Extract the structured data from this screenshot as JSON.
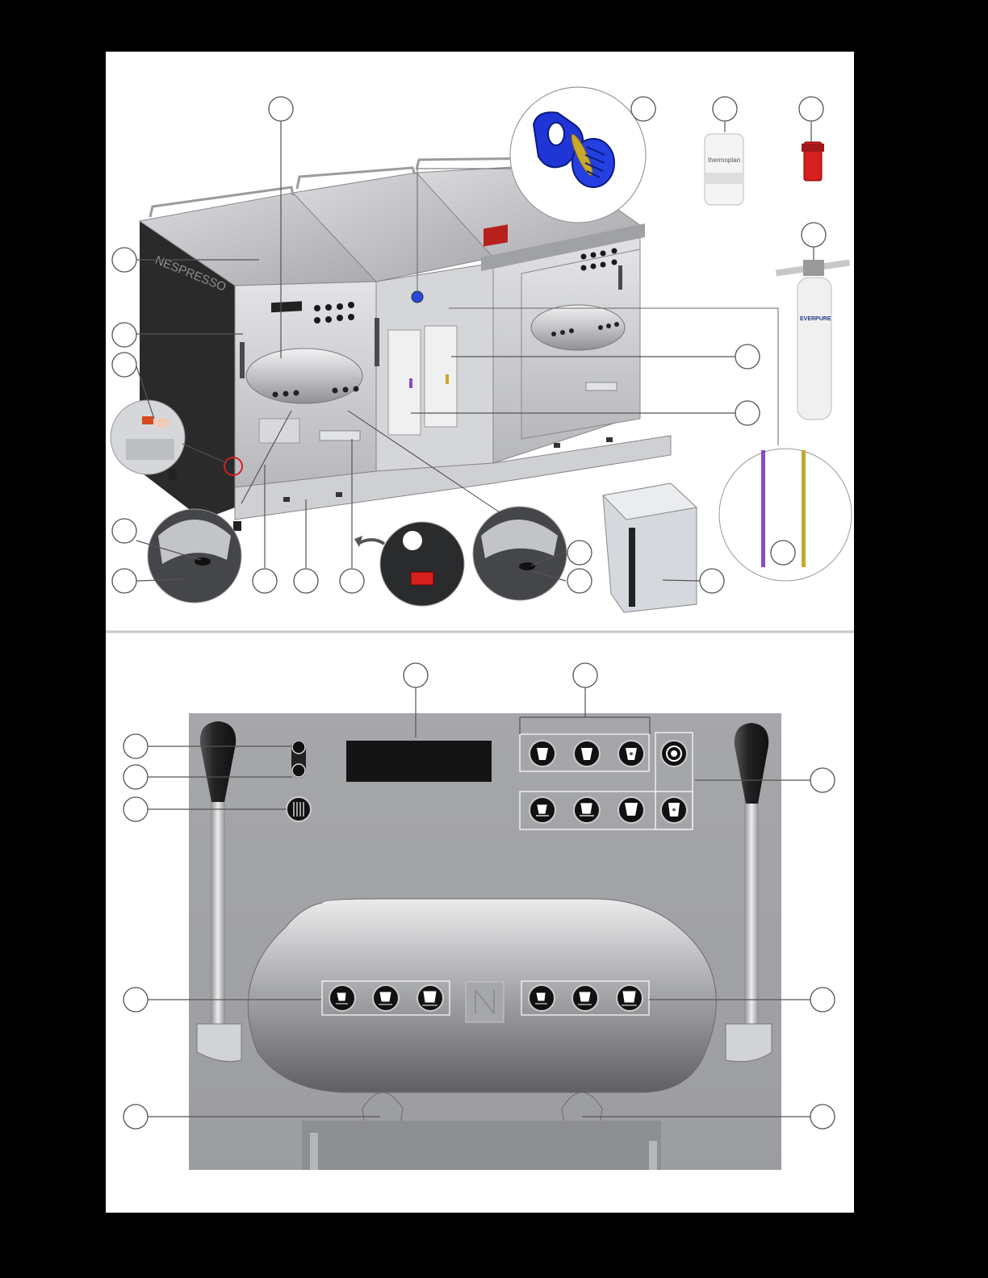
{
  "brand": {
    "machine_logo_text": "NESPRESSO",
    "thermoplan_label": "thermoplan",
    "filter_label": "EVERPURE"
  },
  "colors": {
    "page_background": "#ffffff",
    "outer_border": "#000000",
    "machine_body": "#c8c9cc",
    "machine_side": "#2a2a2a",
    "panel_background": "#a4a5a8",
    "accent_blue": "#1f35d6",
    "accent_red": "#d61f1f",
    "accent_gold": "#c8a82e",
    "accent_purple": "#8a4cc4",
    "callout_stroke": "#555555"
  },
  "icons": [
    "callout-circle-icon",
    "water-cup-icon",
    "hot-water-icon",
    "steam-icon",
    "target-icon",
    "espresso-cup-icon",
    "lungo-cup-icon",
    "large-cup-icon",
    "rinse-icon",
    "cup-small-icon",
    "cup-medium-icon",
    "cup-large-icon",
    "nespresso-logo-icon"
  ]
}
